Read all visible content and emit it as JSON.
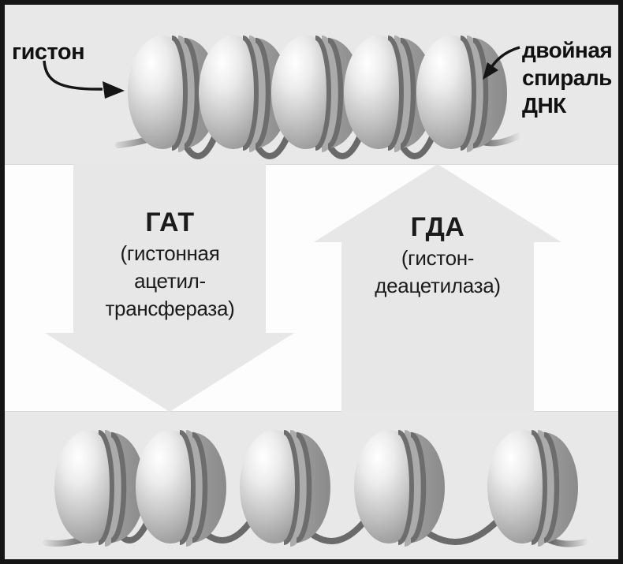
{
  "labels": {
    "histone": "гистон",
    "dna_lines": [
      "двойная",
      "спираль",
      "ДНК"
    ]
  },
  "processes": {
    "hat": {
      "abbr": "ГАТ",
      "lines": [
        "(гистонная",
        "ацетил-",
        "трансфераза)"
      ],
      "direction": "down"
    },
    "hda": {
      "abbr": "ГДА",
      "lines": [
        "(гистон-",
        "деацетилаза)"
      ],
      "direction": "up"
    }
  },
  "nucleosomes": {
    "top_row_count": 5,
    "bottom_row_count": 5
  },
  "colors": {
    "background": "#e8e8e8",
    "middle_band": "#fdfdfd",
    "big_arrow": "#e7e7e7",
    "dna_strand": "#6a6a6a",
    "frame": "#151515"
  }
}
